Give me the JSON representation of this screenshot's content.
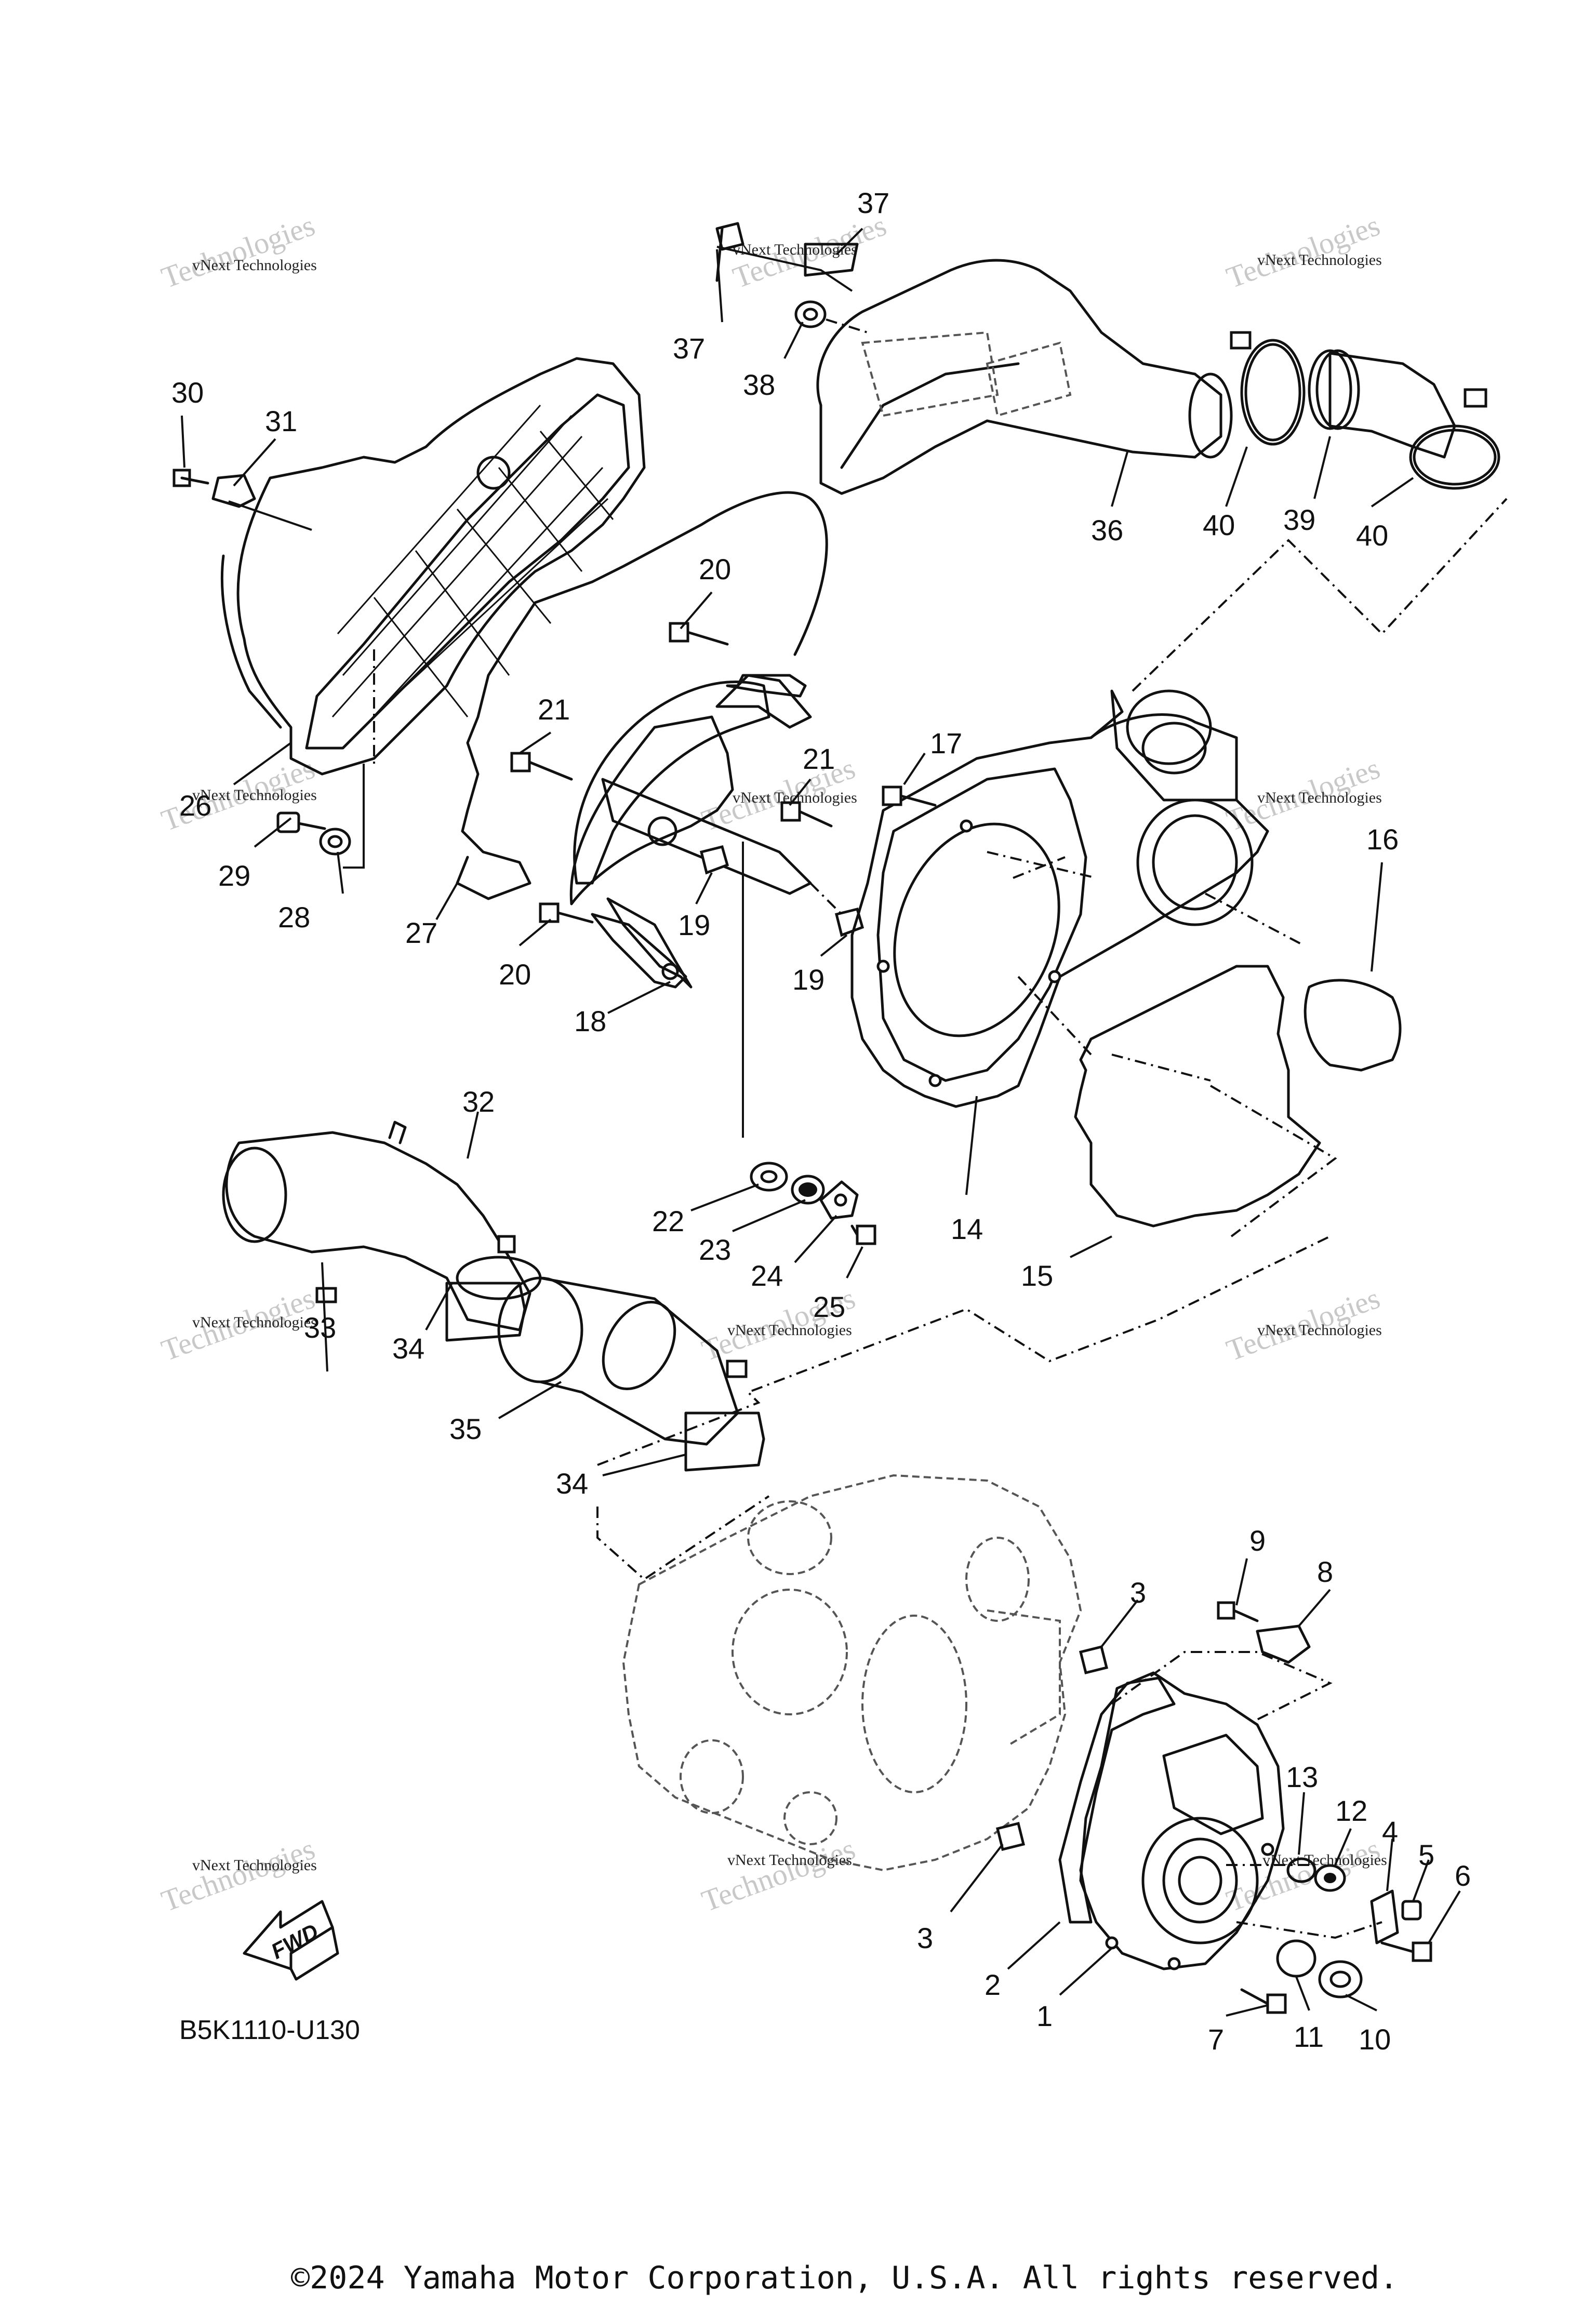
{
  "diagram_code": "B5K1110-U130",
  "copyright": "©2024 Yamaha Motor Corporation, U.S.A. All rights reserved.",
  "fwd_label": "FWD",
  "watermark": {
    "line1": "vNext Technologies",
    "big": "Technologies"
  },
  "callouts": {
    "c1": "1",
    "c2": "2",
    "c3a": "3",
    "c3b": "3",
    "c4": "4",
    "c5": "5",
    "c6": "6",
    "c7": "7",
    "c8": "8",
    "c9": "9",
    "c10": "10",
    "c11": "11",
    "c12": "12",
    "c13": "13",
    "c14": "14",
    "c15": "15",
    "c16": "16",
    "c17": "17",
    "c18": "18",
    "c19a": "19",
    "c19b": "19",
    "c20a": "20",
    "c20b": "20",
    "c21a": "21",
    "c21b": "21",
    "c22": "22",
    "c23": "23",
    "c24": "24",
    "c25": "25",
    "c26": "26",
    "c27": "27",
    "c28": "28",
    "c29": "29",
    "c30": "30",
    "c31": "31",
    "c32": "32",
    "c33": "33",
    "c34a": "34",
    "c34b": "34",
    "c35": "35",
    "c36": "36",
    "c37a": "37",
    "c37b": "37",
    "c38": "38",
    "c39": "39",
    "c40a": "40",
    "c40b": "40"
  }
}
